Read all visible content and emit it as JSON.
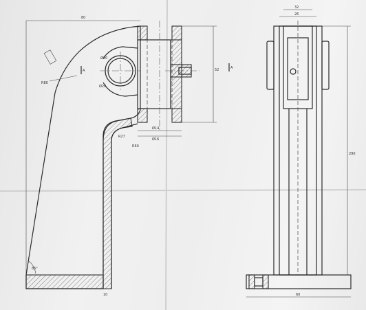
{
  "drawing": {
    "front_view": {
      "dimensions": {
        "overall_width": "80",
        "bore_diameter": "Ø20",
        "hub_diameter": "Ø28",
        "radius_large": "R80",
        "radius_bend_outer": "R27",
        "radius_bend_inner": "R60",
        "bottom_bore": "Ø14",
        "bottom_bore_2": "Ø16",
        "side_height": "52",
        "base_thickness": "10",
        "angle": "85°"
      },
      "section_marks": [
        "A",
        "A"
      ]
    },
    "side_view": {
      "dimensions": {
        "top_width": "32",
        "inner_width": "26",
        "overall_height": "290",
        "base_width": "60"
      }
    }
  }
}
